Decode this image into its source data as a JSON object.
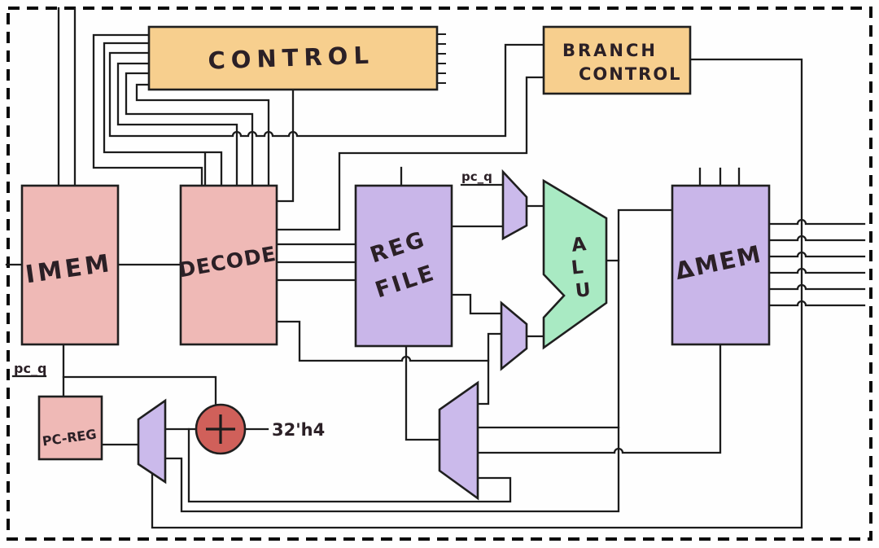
{
  "colors": {
    "orange": "#f7cf8e",
    "pink": "#efb9b6",
    "purple": "#c9b6e9",
    "mux_purple": "#cbbaeb",
    "green": "#a9eac3",
    "adder_red": "#d0605a",
    "wire": "#1c1c1c",
    "border": "#0a0a0a",
    "ink": "#2b2026"
  },
  "blocks": {
    "control": {
      "label": "CONTROL"
    },
    "branch_control": {
      "line1": "BRANCH",
      "line2": "CONTROL"
    },
    "imem": {
      "label": "IMEM"
    },
    "decode": {
      "label": "DECODE"
    },
    "reg_file": {
      "line1": "REG",
      "line2": "FILE"
    },
    "alu": {
      "l1": "A",
      "l2": "L",
      "l3": "U"
    },
    "dmem": {
      "label": "ΔMEM"
    },
    "pc_reg": {
      "label": "PC-REG"
    }
  },
  "wire_labels": {
    "pc_q_imem": "pc_q",
    "pc_q_alu_mux": "pc_q",
    "pc_plus_const": "32'h4"
  }
}
